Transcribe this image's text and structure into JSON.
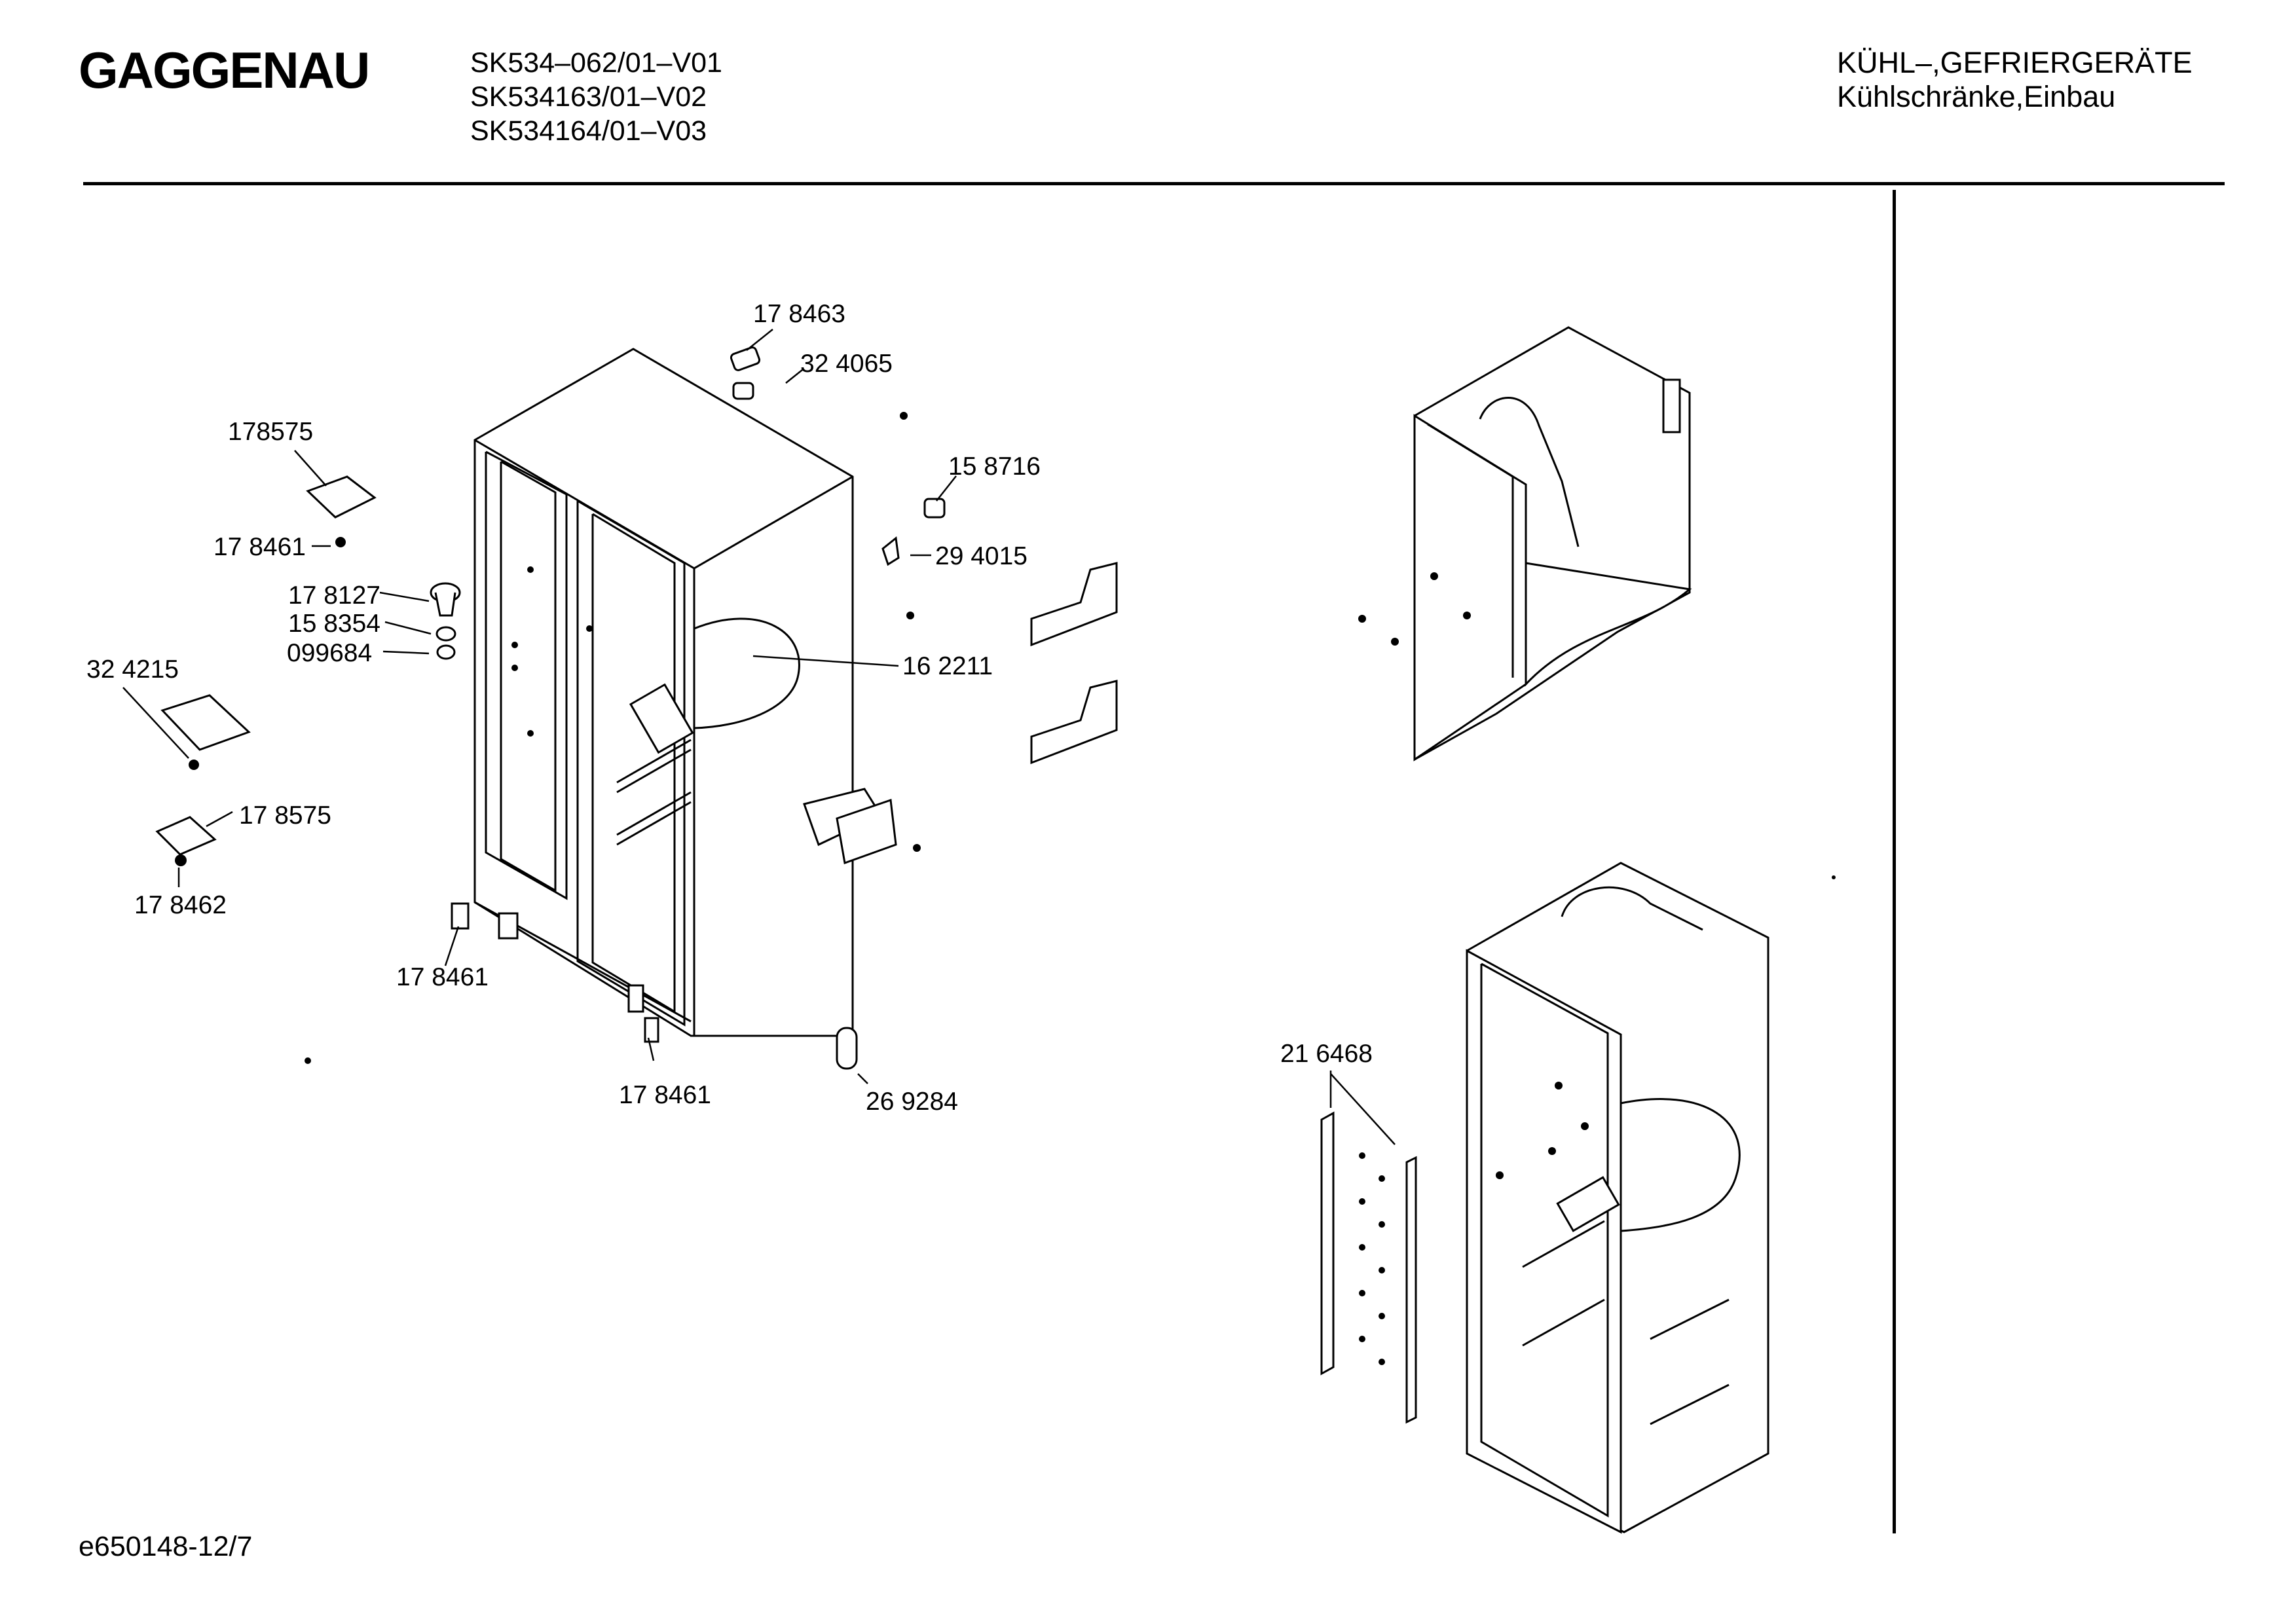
{
  "header": {
    "brand": "GAGGENAU",
    "models": [
      "SK534–062/01–V01",
      "SK534163/01–V02",
      "SK534164/01–V03"
    ],
    "category": [
      "KÜHL–,GEFRIERGERÄTE",
      "Kühlschränke,Einbau"
    ]
  },
  "footer": {
    "doc_id": "e650148-12/7"
  },
  "callouts": [
    "17 8463",
    "32 4065",
    "178575",
    "15 8716",
    "17 8461",
    "29 4015",
    "17 8127",
    "15 8354",
    "099684",
    "16 2211",
    "32 4215",
    "17 8575",
    "17 8462",
    "17 8461",
    "17 8461",
    "26 9284",
    "21 6468"
  ]
}
